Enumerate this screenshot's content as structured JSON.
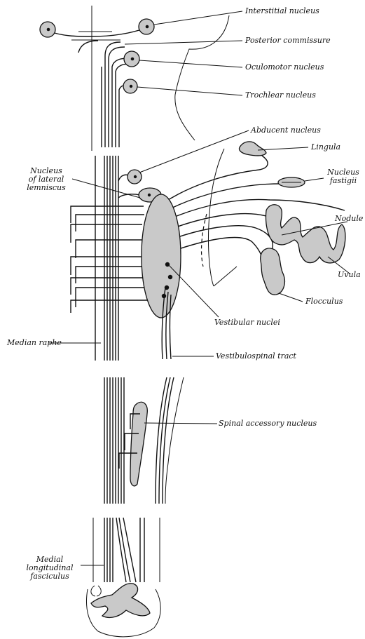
{
  "labels": {
    "interstitial_nucleus": "Interstitial nucleus",
    "posterior_commissure": "Posterior commissure",
    "oculomotor_nucleus": "Oculomotor nucleus",
    "trochlear_nucleus": "Trochlear nucleus",
    "abducent_nucleus": "Abducent nucleus",
    "lingula": "Lingula",
    "nucleus_fastigii_line1": "Nucleus",
    "nucleus_fastigii_line2": "fastigii",
    "nucleus_lateral_lemniscus_line1": "Nucleus",
    "nucleus_lateral_lemniscus_line2": "of lateral",
    "nucleus_lateral_lemniscus_line3": "lemniscus",
    "nodule": "Nodule",
    "uvula": "Uvula",
    "flocculus": "Flocculus",
    "vestibular_nuclei": "Vestibular nuclei",
    "median_raphe": "Median raphe",
    "vestibulospinal_tract": "Vestibulospinal tract",
    "spinal_accessory_nucleus": "Spinal accessory nucleus",
    "mlf_line1": "Medial",
    "mlf_line2": "longitudinal",
    "mlf_line3": "fasciculus"
  },
  "colors": {
    "ink": "#111111",
    "nucleus_fill": "#c9c9c9",
    "background": "#ffffff"
  }
}
